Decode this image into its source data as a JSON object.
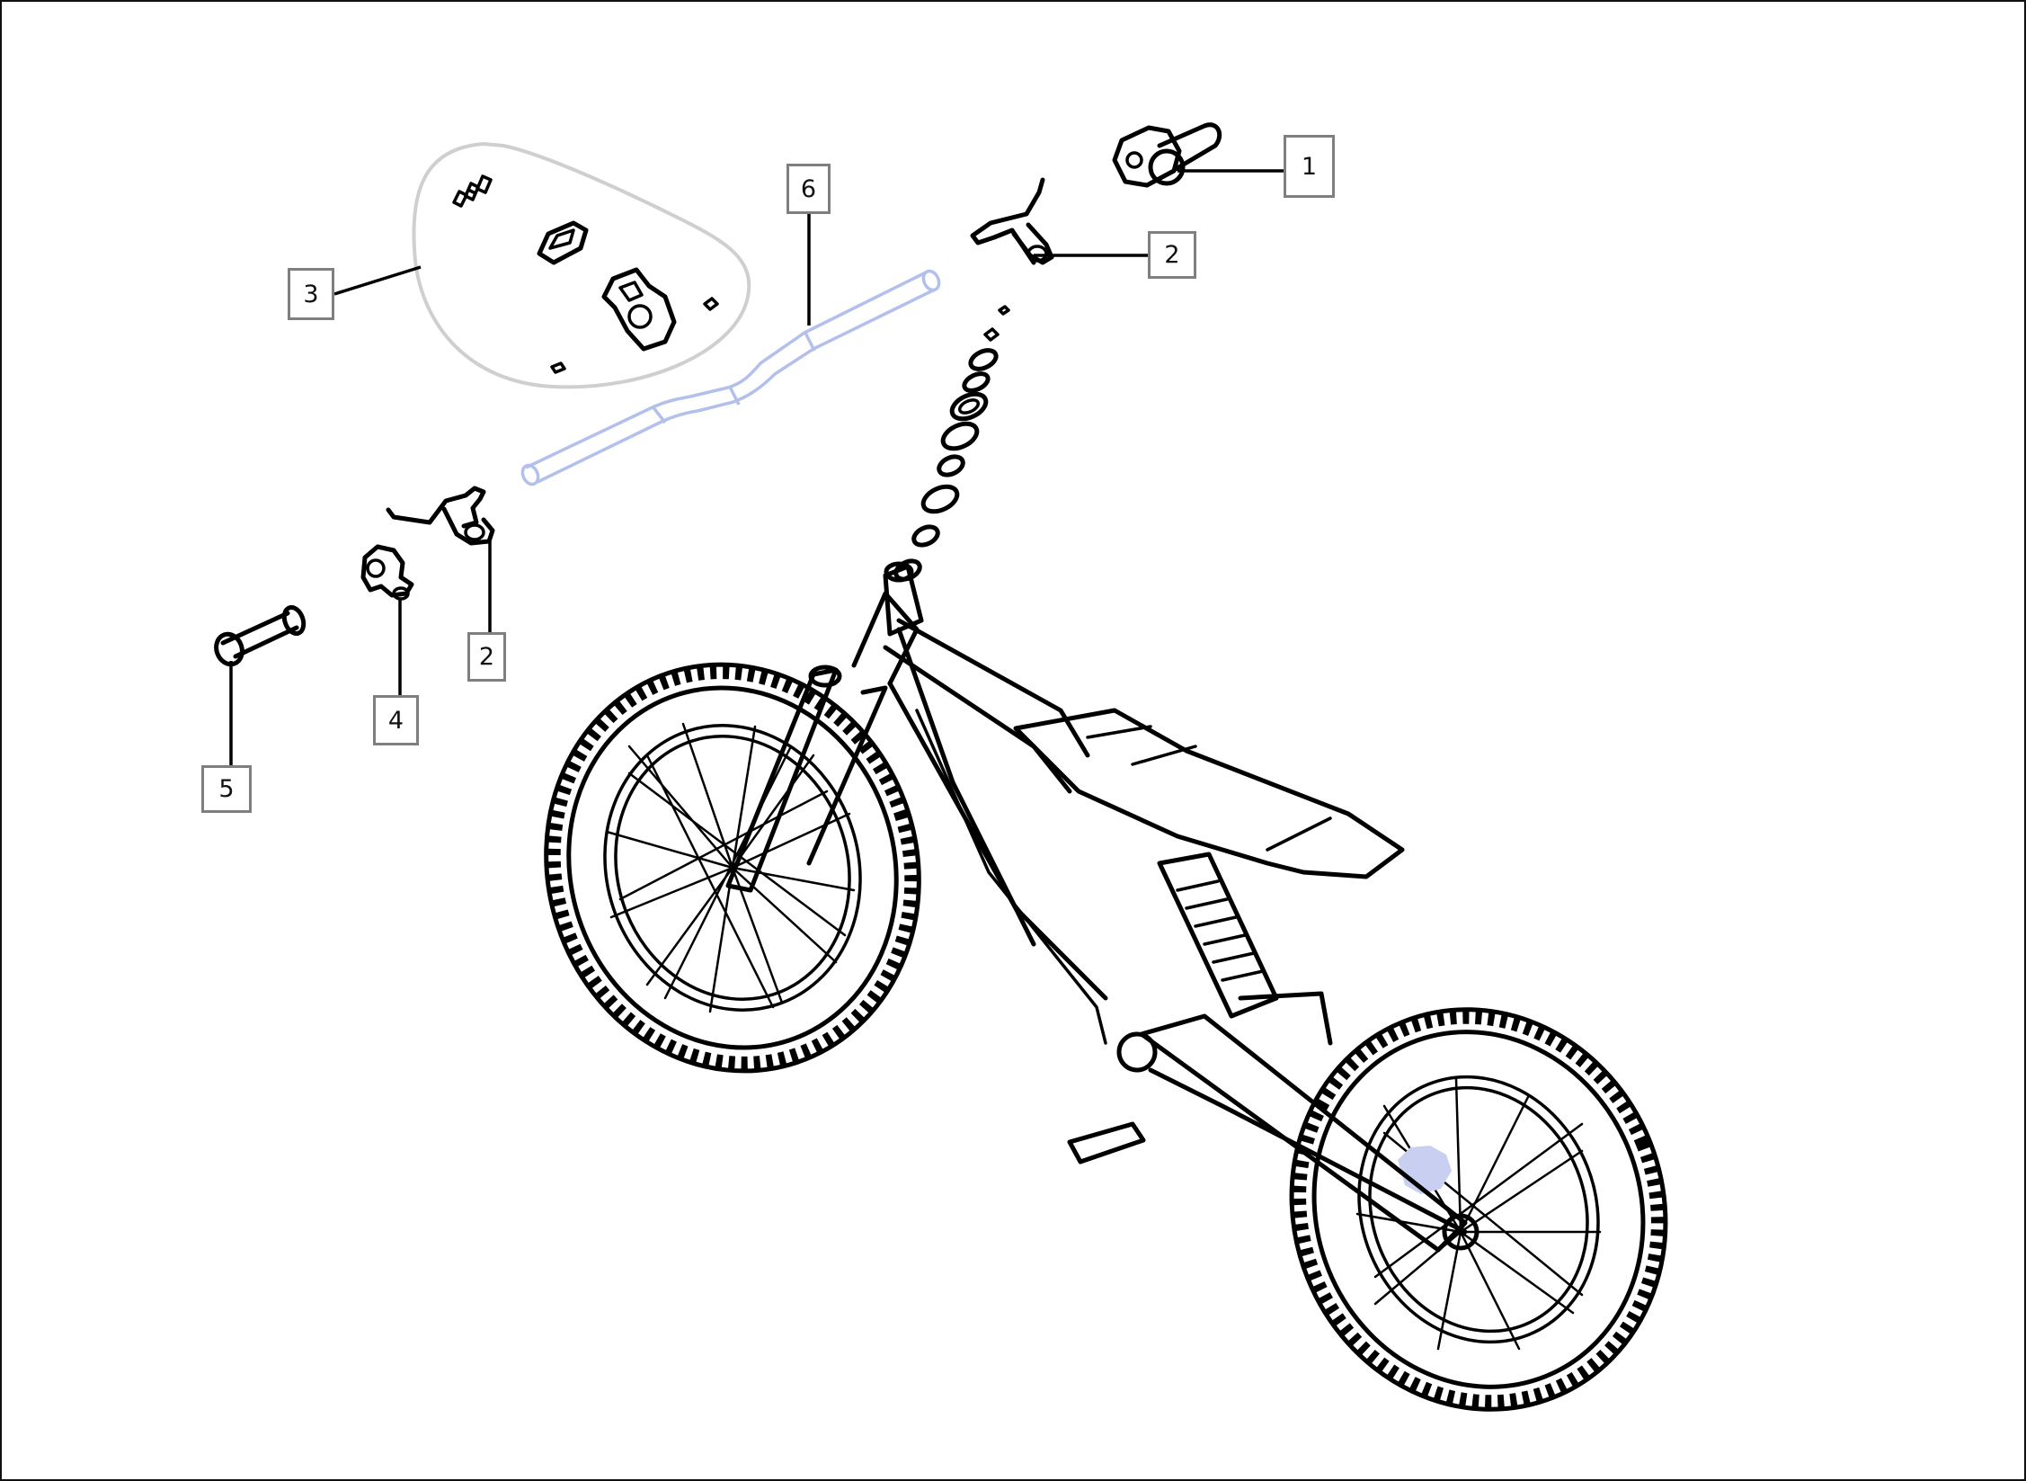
{
  "diagram": {
    "type": "exploded-parts-diagram",
    "subject": "electric balance/dirt bike — handlebar & headset assembly",
    "colors": {
      "line_art": "#000000",
      "callout_border": "#7f7f7f",
      "highlight_handlebar": "#b4c0ec",
      "kit_outline": "#cfcfcf",
      "frame_border": "#111111"
    },
    "callouts": [
      {
        "id": "c1",
        "label": "1",
        "part": "throttle grip (right)"
      },
      {
        "id": "c2a",
        "label": "2",
        "part": "brake lever (right)"
      },
      {
        "id": "c3",
        "label": "3",
        "part": "stem / clamp hardware kit"
      },
      {
        "id": "c6",
        "label": "6",
        "part": "handlebar"
      },
      {
        "id": "c2b",
        "label": "2",
        "part": "brake lever (left)"
      },
      {
        "id": "c4",
        "label": "4",
        "part": "switch housing (left)"
      },
      {
        "id": "c5",
        "label": "5",
        "part": "grip (left)"
      }
    ]
  }
}
